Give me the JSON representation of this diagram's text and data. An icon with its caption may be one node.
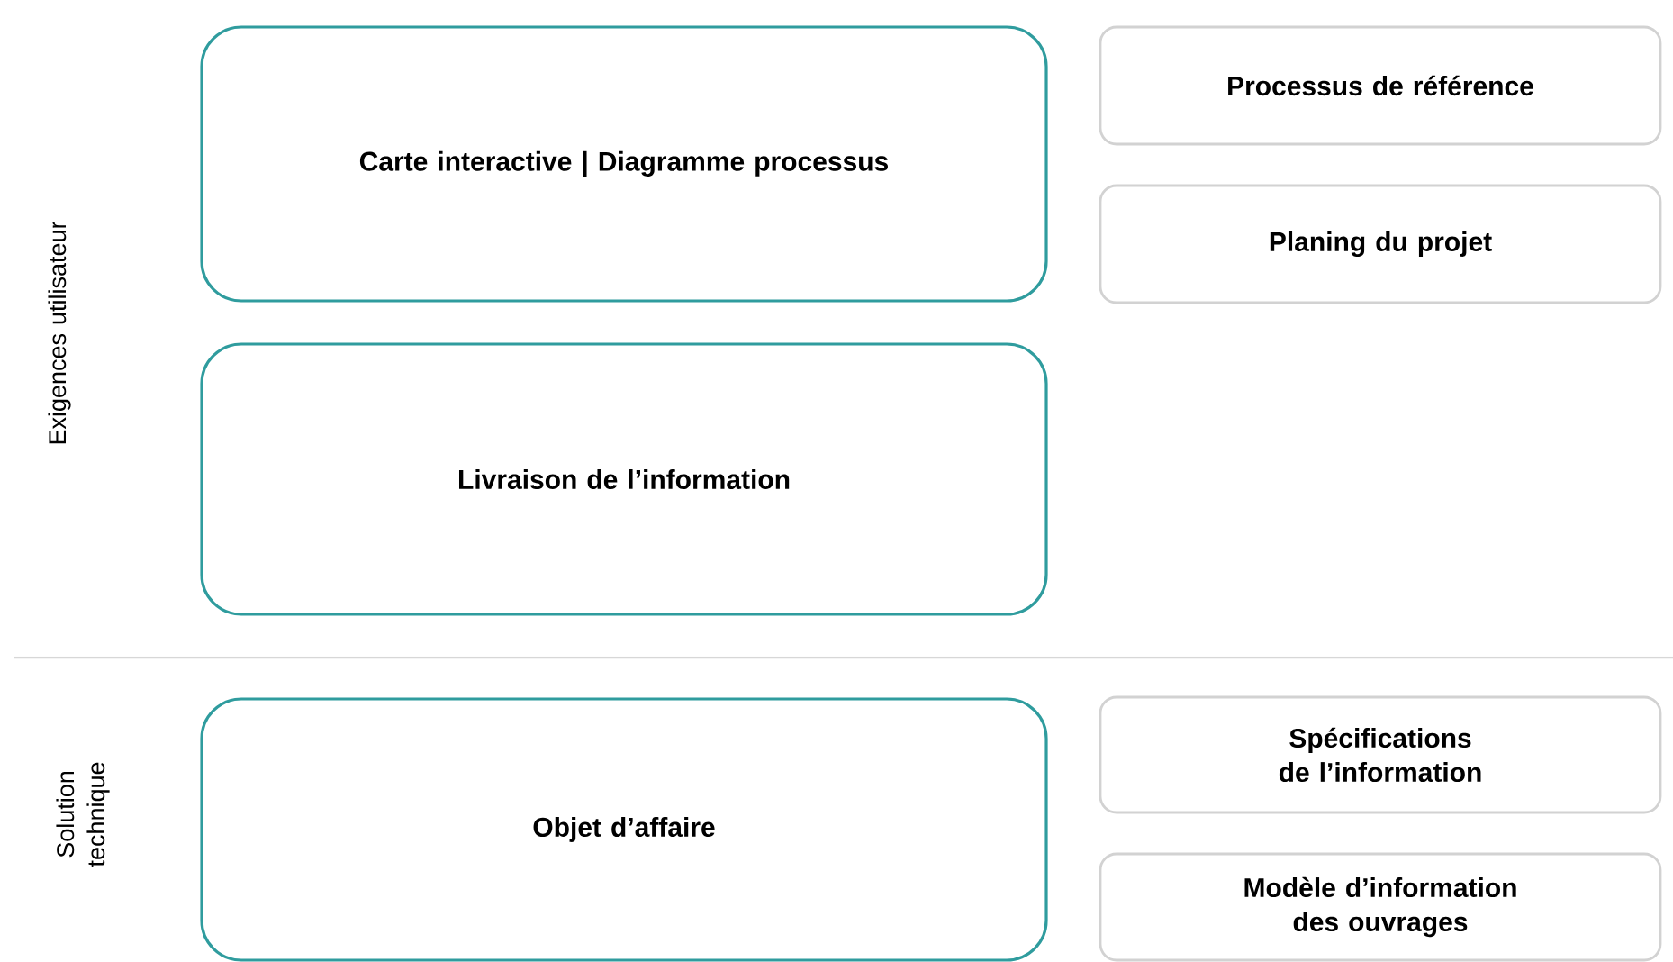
{
  "diagram": {
    "nodes": [
      {
        "text": [
          "Carte interactive | Diagramme processus"
        ]
      },
      {
        "text": [
          "Livraison de l’information"
        ]
      },
      {
        "text": [
          "Objet d’affaire"
        ]
      },
      {
        "text": [
          "Processus de référence"
        ]
      },
      {
        "text": [
          "Planing du projet"
        ]
      },
      {
        "text": [
          "Spécifications de l’information"
        ]
      },
      {
        "text": [
          "Modèle d’information des ouvrages"
        ]
      }
    ],
    "labels": [
      "Exigences utilisateur",
      "Solution technique"
    ]
  }
}
